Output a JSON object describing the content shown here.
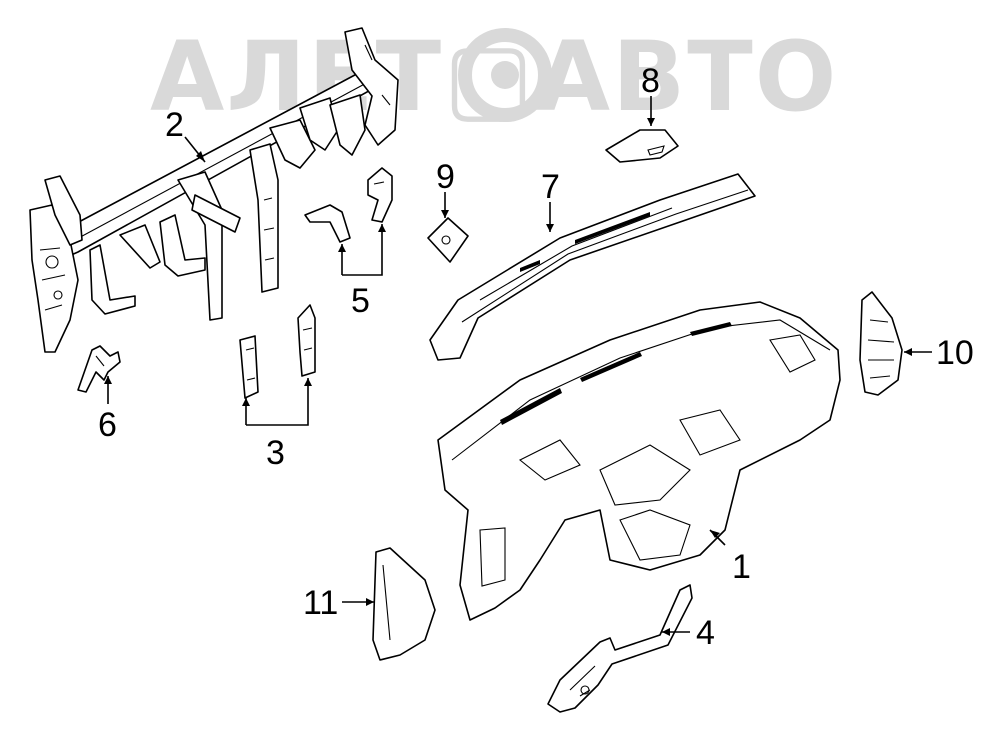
{
  "watermark": {
    "text": "АЛЕТ▢АВТО",
    "color": "#d9d9d9"
  },
  "callouts": {
    "c1": "1",
    "c2": "2",
    "c3": "3",
    "c4": "4",
    "c5": "5",
    "c6": "6",
    "c7": "7",
    "c8": "8",
    "c9": "9",
    "c10": "10",
    "c11": "11"
  },
  "colors": {
    "line": "#000000",
    "fill": "#ffffff"
  }
}
